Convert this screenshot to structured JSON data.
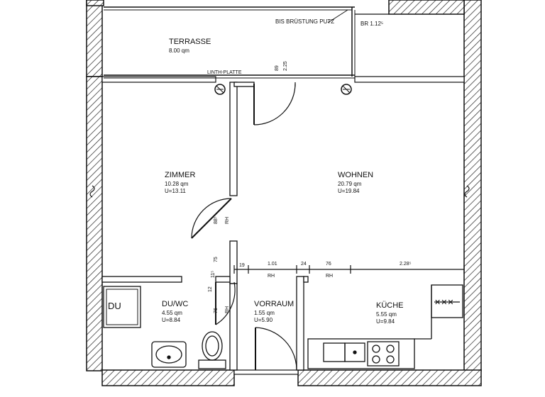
{
  "rooms": {
    "terrasse": {
      "name": "TERRASSE",
      "area": "8.00 qm"
    },
    "zimmer": {
      "name": "ZIMMER",
      "area": "10.28 qm",
      "perimeter": "U=13.11"
    },
    "wohnen": {
      "name": "WOHNEN",
      "area": "20.79 qm",
      "perimeter": "U=19.84"
    },
    "du_wc": {
      "name": "DU/WC",
      "area": "4.55 qm",
      "perimeter": "U=8.84"
    },
    "vorraum": {
      "name": "VORRAUM",
      "area": "1.55 qm",
      "perimeter": "U=5.90"
    },
    "kueche": {
      "name": "KÜCHE",
      "area": "5.55 qm",
      "perimeter": "U=9.84"
    }
  },
  "annotations": {
    "bis_bruestung": "BIS BRÜSTUNG PUTZ",
    "br": "BR 1.12⁵",
    "linth_platte": "LINTH-PLATTE",
    "dim_89": "89",
    "dim_225": "2.25",
    "shower_label": "DU"
  },
  "dimensions": {
    "d19": "19",
    "d101": "1.01",
    "d24": "24",
    "d76": "76",
    "d228": "2.28⁵",
    "rh1": "RH",
    "rh2": "RH",
    "door_zimmer_w": "88⁵",
    "door_zimmer_rh": "RH",
    "d75": "75",
    "d11": "11⁵",
    "d76b": "76",
    "rh_wc": "RH",
    "d12": "12"
  }
}
